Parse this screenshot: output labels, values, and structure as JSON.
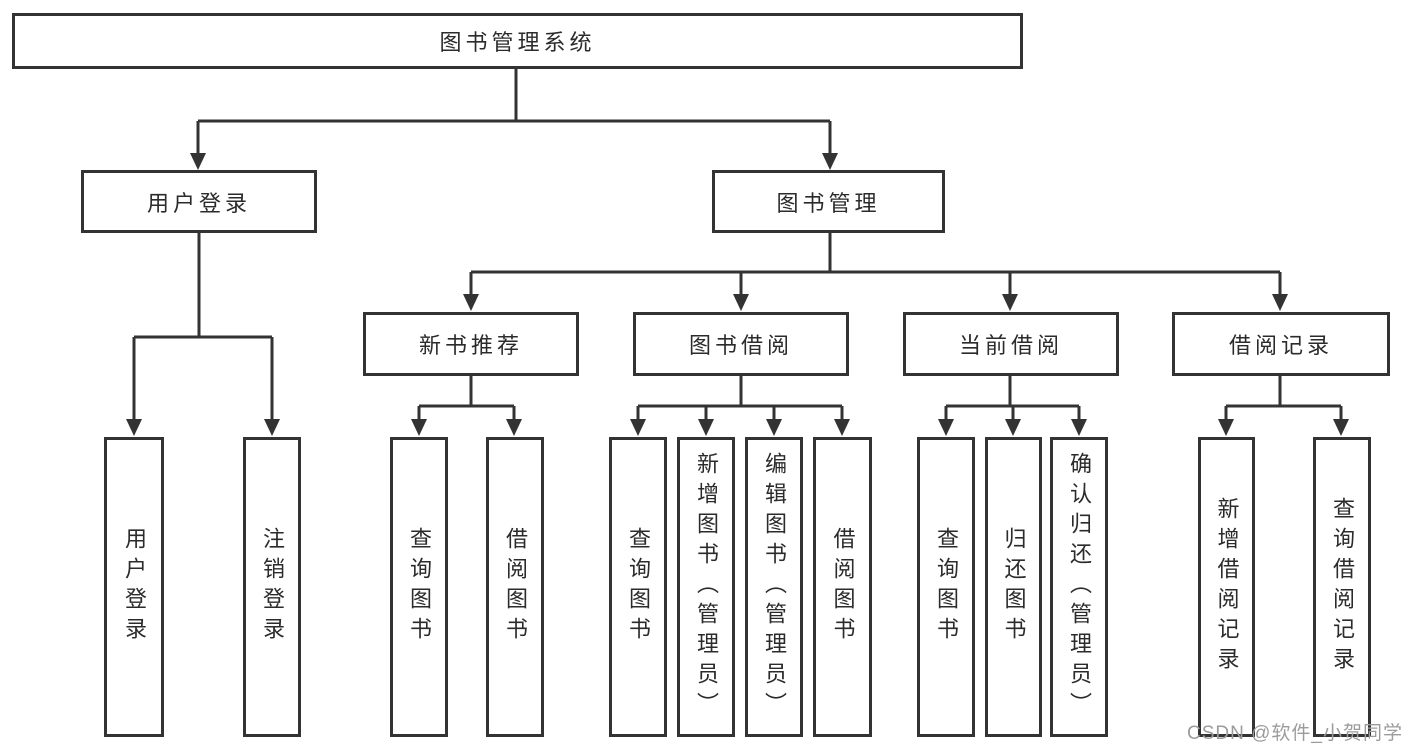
{
  "nodes": {
    "root": "图书管理系统",
    "level2": [
      "用户登录",
      "图书管理"
    ],
    "level3": [
      "新书推荐",
      "图书借阅",
      "当前借阅",
      "借阅记录"
    ],
    "level4": [
      "用户登录",
      "注销登录",
      "查询图书",
      "借阅图书",
      "查询图书",
      "新增图书（管理员）",
      "编辑图书（管理员）",
      "借阅图书",
      "查询图书",
      "归还图书",
      "确认归还（管理员）",
      "新增借阅记录",
      "查询借阅记录"
    ]
  },
  "watermark": "CSDN @软件_小贺同学",
  "colors": {
    "line": "#333333",
    "box_border": "#333333",
    "text": "#2b2b2b",
    "box_background": "#ffffff",
    "watermark": "#9c9c9c",
    "background": "#ffffff"
  }
}
